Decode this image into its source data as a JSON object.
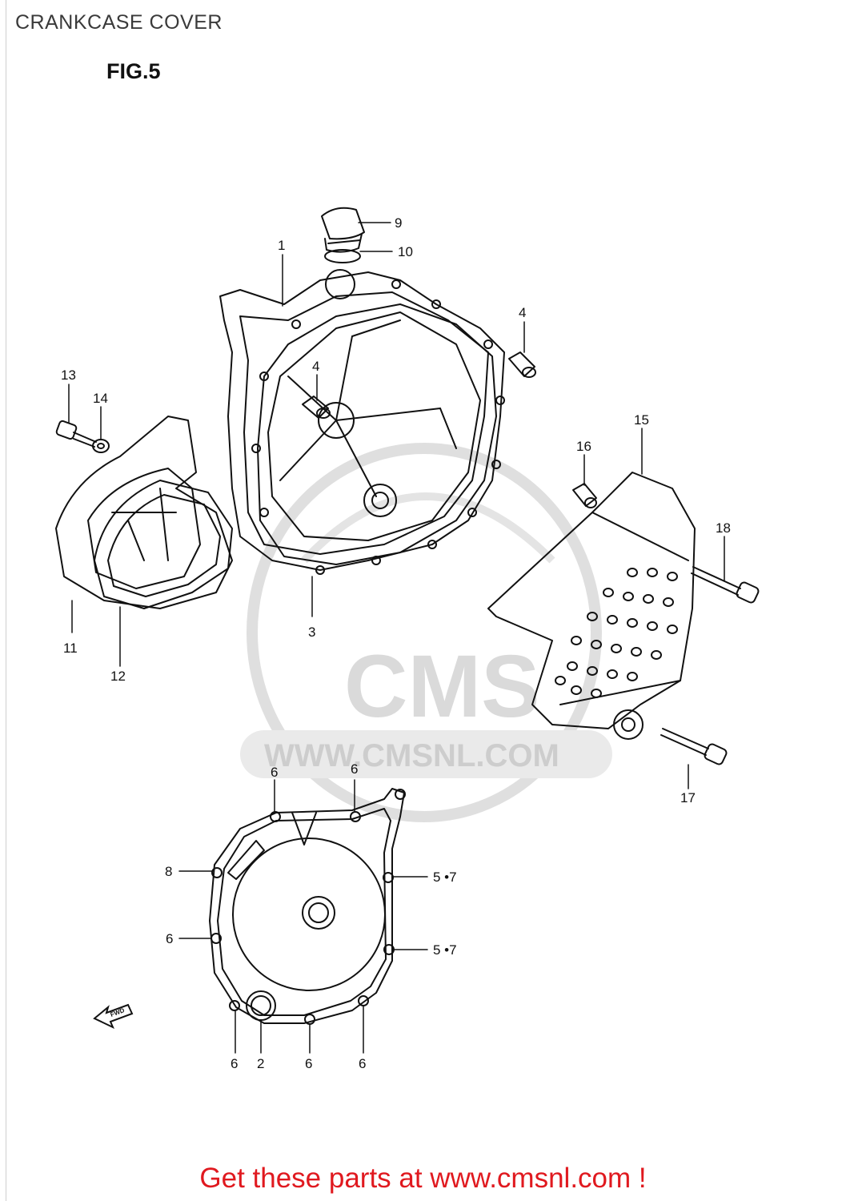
{
  "header": {
    "title": "CRANKCASE COVER"
  },
  "figure": {
    "label": "FIG.5"
  },
  "watermark": {
    "brand": "CMS",
    "url": "WWW.CMSNL.COM"
  },
  "fwd_label": "FWD",
  "callouts": {
    "c1": "1",
    "c2": "2",
    "c3": "3",
    "c4a": "4",
    "c4b": "4",
    "c6a": "6",
    "c6b": "6",
    "c6c": "6",
    "c6d": "6",
    "c6e": "6",
    "c6f": "6",
    "c8": "8",
    "c9": "9",
    "c10": "10",
    "c11": "11",
    "c12": "12",
    "c13": "13",
    "c14": "14",
    "c15": "15",
    "c16": "16",
    "c17": "17",
    "c18": "18",
    "c57a": "5 •7",
    "c57b": "5 •7"
  },
  "footer": {
    "link_text": "Get these parts at www.cmsnl.com !"
  },
  "colors": {
    "line": "#111111",
    "watermark": "#d9d9d9",
    "footer": "#e0191f"
  }
}
